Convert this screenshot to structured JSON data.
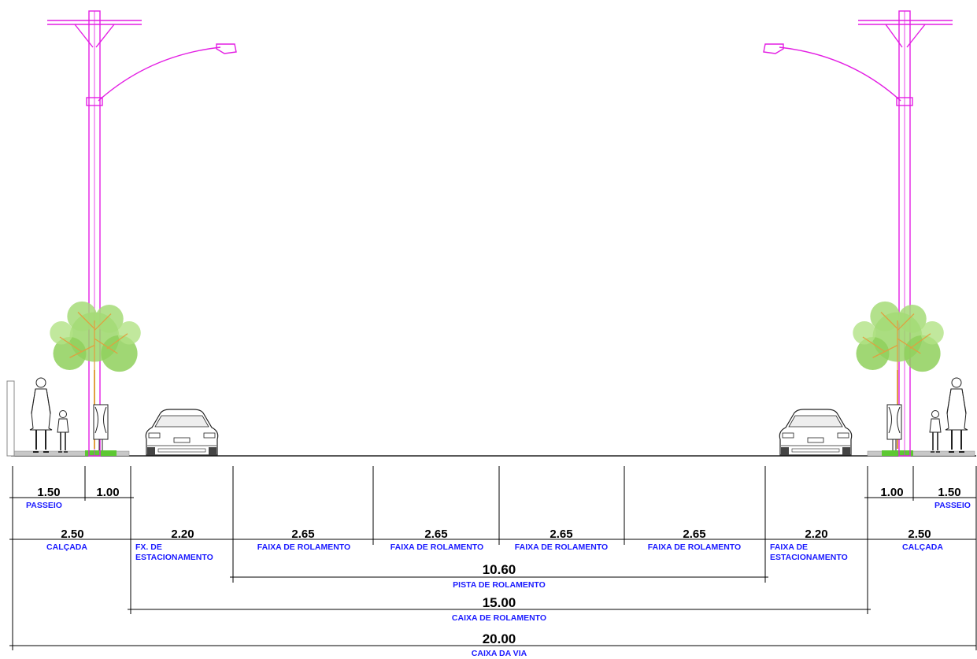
{
  "dimensions": {
    "passeio_left": {
      "value": "1.50",
      "label": "PASSEIO"
    },
    "green_left": {
      "value": "1.00"
    },
    "calcada_left": {
      "value": "2.50",
      "label": "CALÇADA"
    },
    "estacionamento_left": {
      "value": "2.20",
      "label1": "FX. DE",
      "label2": "ESTACIONAMENTO"
    },
    "faixa1": {
      "value": "2.65",
      "label": "FAIXA DE ROLAMENTO"
    },
    "faixa2": {
      "value": "2.65",
      "label": "FAIXA DE ROLAMENTO"
    },
    "faixa3": {
      "value": "2.65",
      "label": "FAIXA DE ROLAMENTO"
    },
    "faixa4": {
      "value": "2.65",
      "label": "FAIXA DE ROLAMENTO"
    },
    "estacionamento_right": {
      "value": "2.20",
      "label1": "FAIXA DE",
      "label2": "ESTACIONAMENTO"
    },
    "calcada_right": {
      "value": "2.50",
      "label": "CALÇADA"
    },
    "green_right": {
      "value": "1.00"
    },
    "passeio_right": {
      "value": "1.50",
      "label": "PASSEIO"
    },
    "pista": {
      "value": "10.60",
      "label": "PISTA DE ROLAMENTO"
    },
    "caixa_rolamento": {
      "value": "15.00",
      "label": "CAIXA DE ROLAMENTO"
    },
    "caixa_via": {
      "value": "20.00",
      "label": "CAIXA DA VIA"
    }
  },
  "colors": {
    "pole": "#e31ee3",
    "label": "#1a1aff",
    "tree": "#7ec850",
    "trunk": "#e0a040",
    "grass": "#5cc832"
  },
  "icons": [
    "street-light-icon",
    "tree-icon",
    "pedestrian-icon",
    "car-icon",
    "trash-bin-icon"
  ]
}
